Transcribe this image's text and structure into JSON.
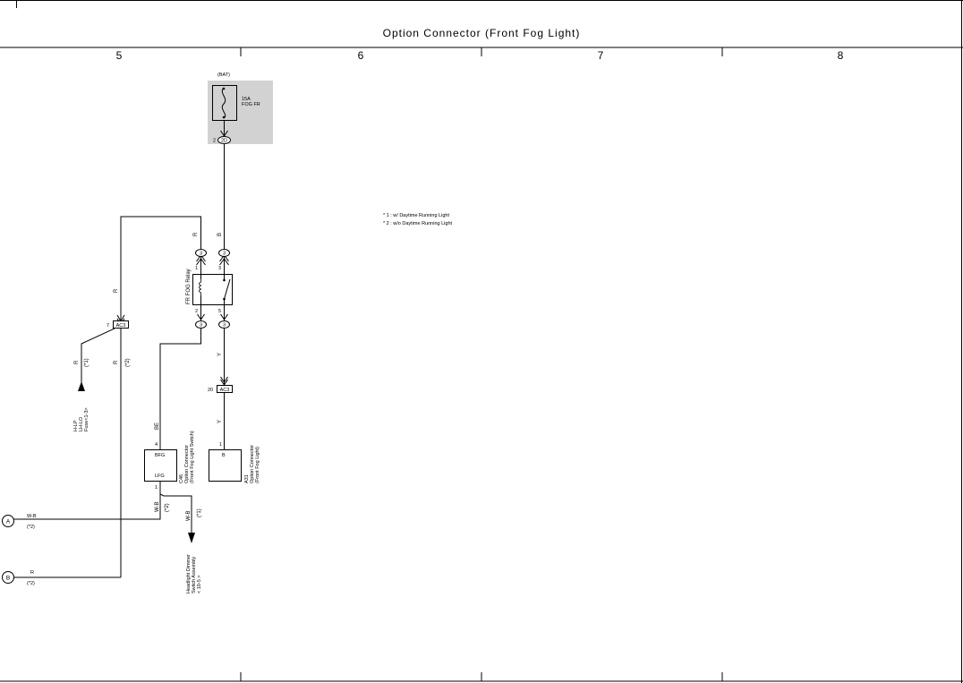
{
  "page": {
    "title": "Option Connector (Front Fog Light)"
  },
  "columns": [
    "5",
    "6",
    "7",
    "8"
  ],
  "fuse": {
    "source": "(BAT)",
    "rating": "15A",
    "name": "FOG FR",
    "connector_pin": "2",
    "connector": "2D"
  },
  "relay": {
    "name": "FR FOG Relay",
    "pin1": "1",
    "pin2": "2",
    "pin3": "3",
    "pin5": "5",
    "junction": "3"
  },
  "wires": {
    "r": "R",
    "b": "B",
    "y": "Y",
    "be": "BE",
    "wb": "W-B"
  },
  "notes": {
    "n1": "(*1)",
    "n2": "(*2)",
    "legend1": "* 1 : w/ Daytime Running Light",
    "legend2": "* 2 : w/o Daytime Running Light"
  },
  "connector_ac3_top": {
    "pin": "7",
    "name": "AC3"
  },
  "connector_ac3_mid": {
    "pin": "20",
    "name": "AC3"
  },
  "switch_connector": {
    "pin_top": "4",
    "label_top": "BFG",
    "label_bottom": "LFG",
    "pin_bottom": "1",
    "id": "C46",
    "name1": "Option Connector",
    "name2": "(Front Fog Light Switch)"
  },
  "light_connector": {
    "pin": "1",
    "label": "B",
    "id": "A31",
    "name1": "Option Connector",
    "name2": "(Front Fog Light)"
  },
  "refs": {
    "hl": {
      "l1": "H-LP",
      "l2": "LH-LO",
      "l3": "Fuse<1-3>"
    },
    "dimmer": {
      "l1": "Headlight Dimmer",
      "l2": "Switch Assembly",
      "l3": "< 10-5 >"
    }
  },
  "off_sheet": {
    "a": {
      "letter": "A",
      "wire": "W-B",
      "note": "(*2)"
    },
    "b": {
      "letter": "B",
      "wire": "R",
      "note": "(*2)"
    }
  }
}
